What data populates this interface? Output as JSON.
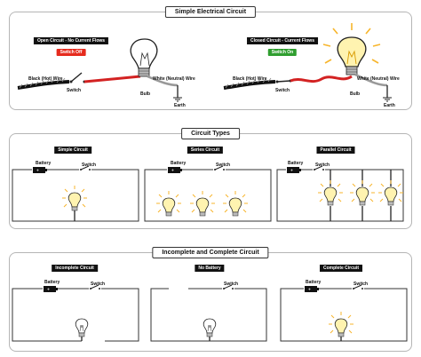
{
  "panel1": {
    "title": "Simple Electrical Circuit",
    "left": {
      "tag": "Open Circuit  - No Current Flows",
      "switch_label": "Switch Off",
      "hot_wire": "Black (Hot) Wire",
      "switch": "Switch",
      "bulb": "Bulb",
      "neutral_wire": "White (Neutral) Wire",
      "earth": "Earth"
    },
    "right": {
      "tag": "Closed Circuit  - Current Flows",
      "switch_label": "Switch On",
      "hot_wire": "Black (Hot) Wire",
      "switch": "Switch",
      "bulb": "Bulb",
      "neutral_wire": "White (Neutral) Wire",
      "earth": "Earth"
    }
  },
  "panel2": {
    "title": "Circuit Types",
    "diagrams": [
      {
        "tag": "Simple Circuit",
        "battery": "Battery",
        "switch": "Switch"
      },
      {
        "tag": "Series Circuit",
        "battery": "Battery",
        "switch": "Switch"
      },
      {
        "tag": "Parallel Circuit",
        "battery": "Battery",
        "switch": "Switch"
      }
    ]
  },
  "panel3": {
    "title": "Incomplete and Complete Circuit",
    "diagrams": [
      {
        "tag": "Incomplete Circuit",
        "battery": "Battery",
        "switch": "Switch"
      },
      {
        "tag": "No Battery",
        "switch": "Switch"
      },
      {
        "tag": "Complete Circuit",
        "battery": "Battery",
        "switch": "Switch"
      }
    ]
  },
  "colors": {
    "hot_wire": "#d32222",
    "switch_off": "#e62b1e",
    "switch_on": "#2f9e2f",
    "glow": "#f7b52c",
    "bulb_lit": "#fff3b0"
  }
}
